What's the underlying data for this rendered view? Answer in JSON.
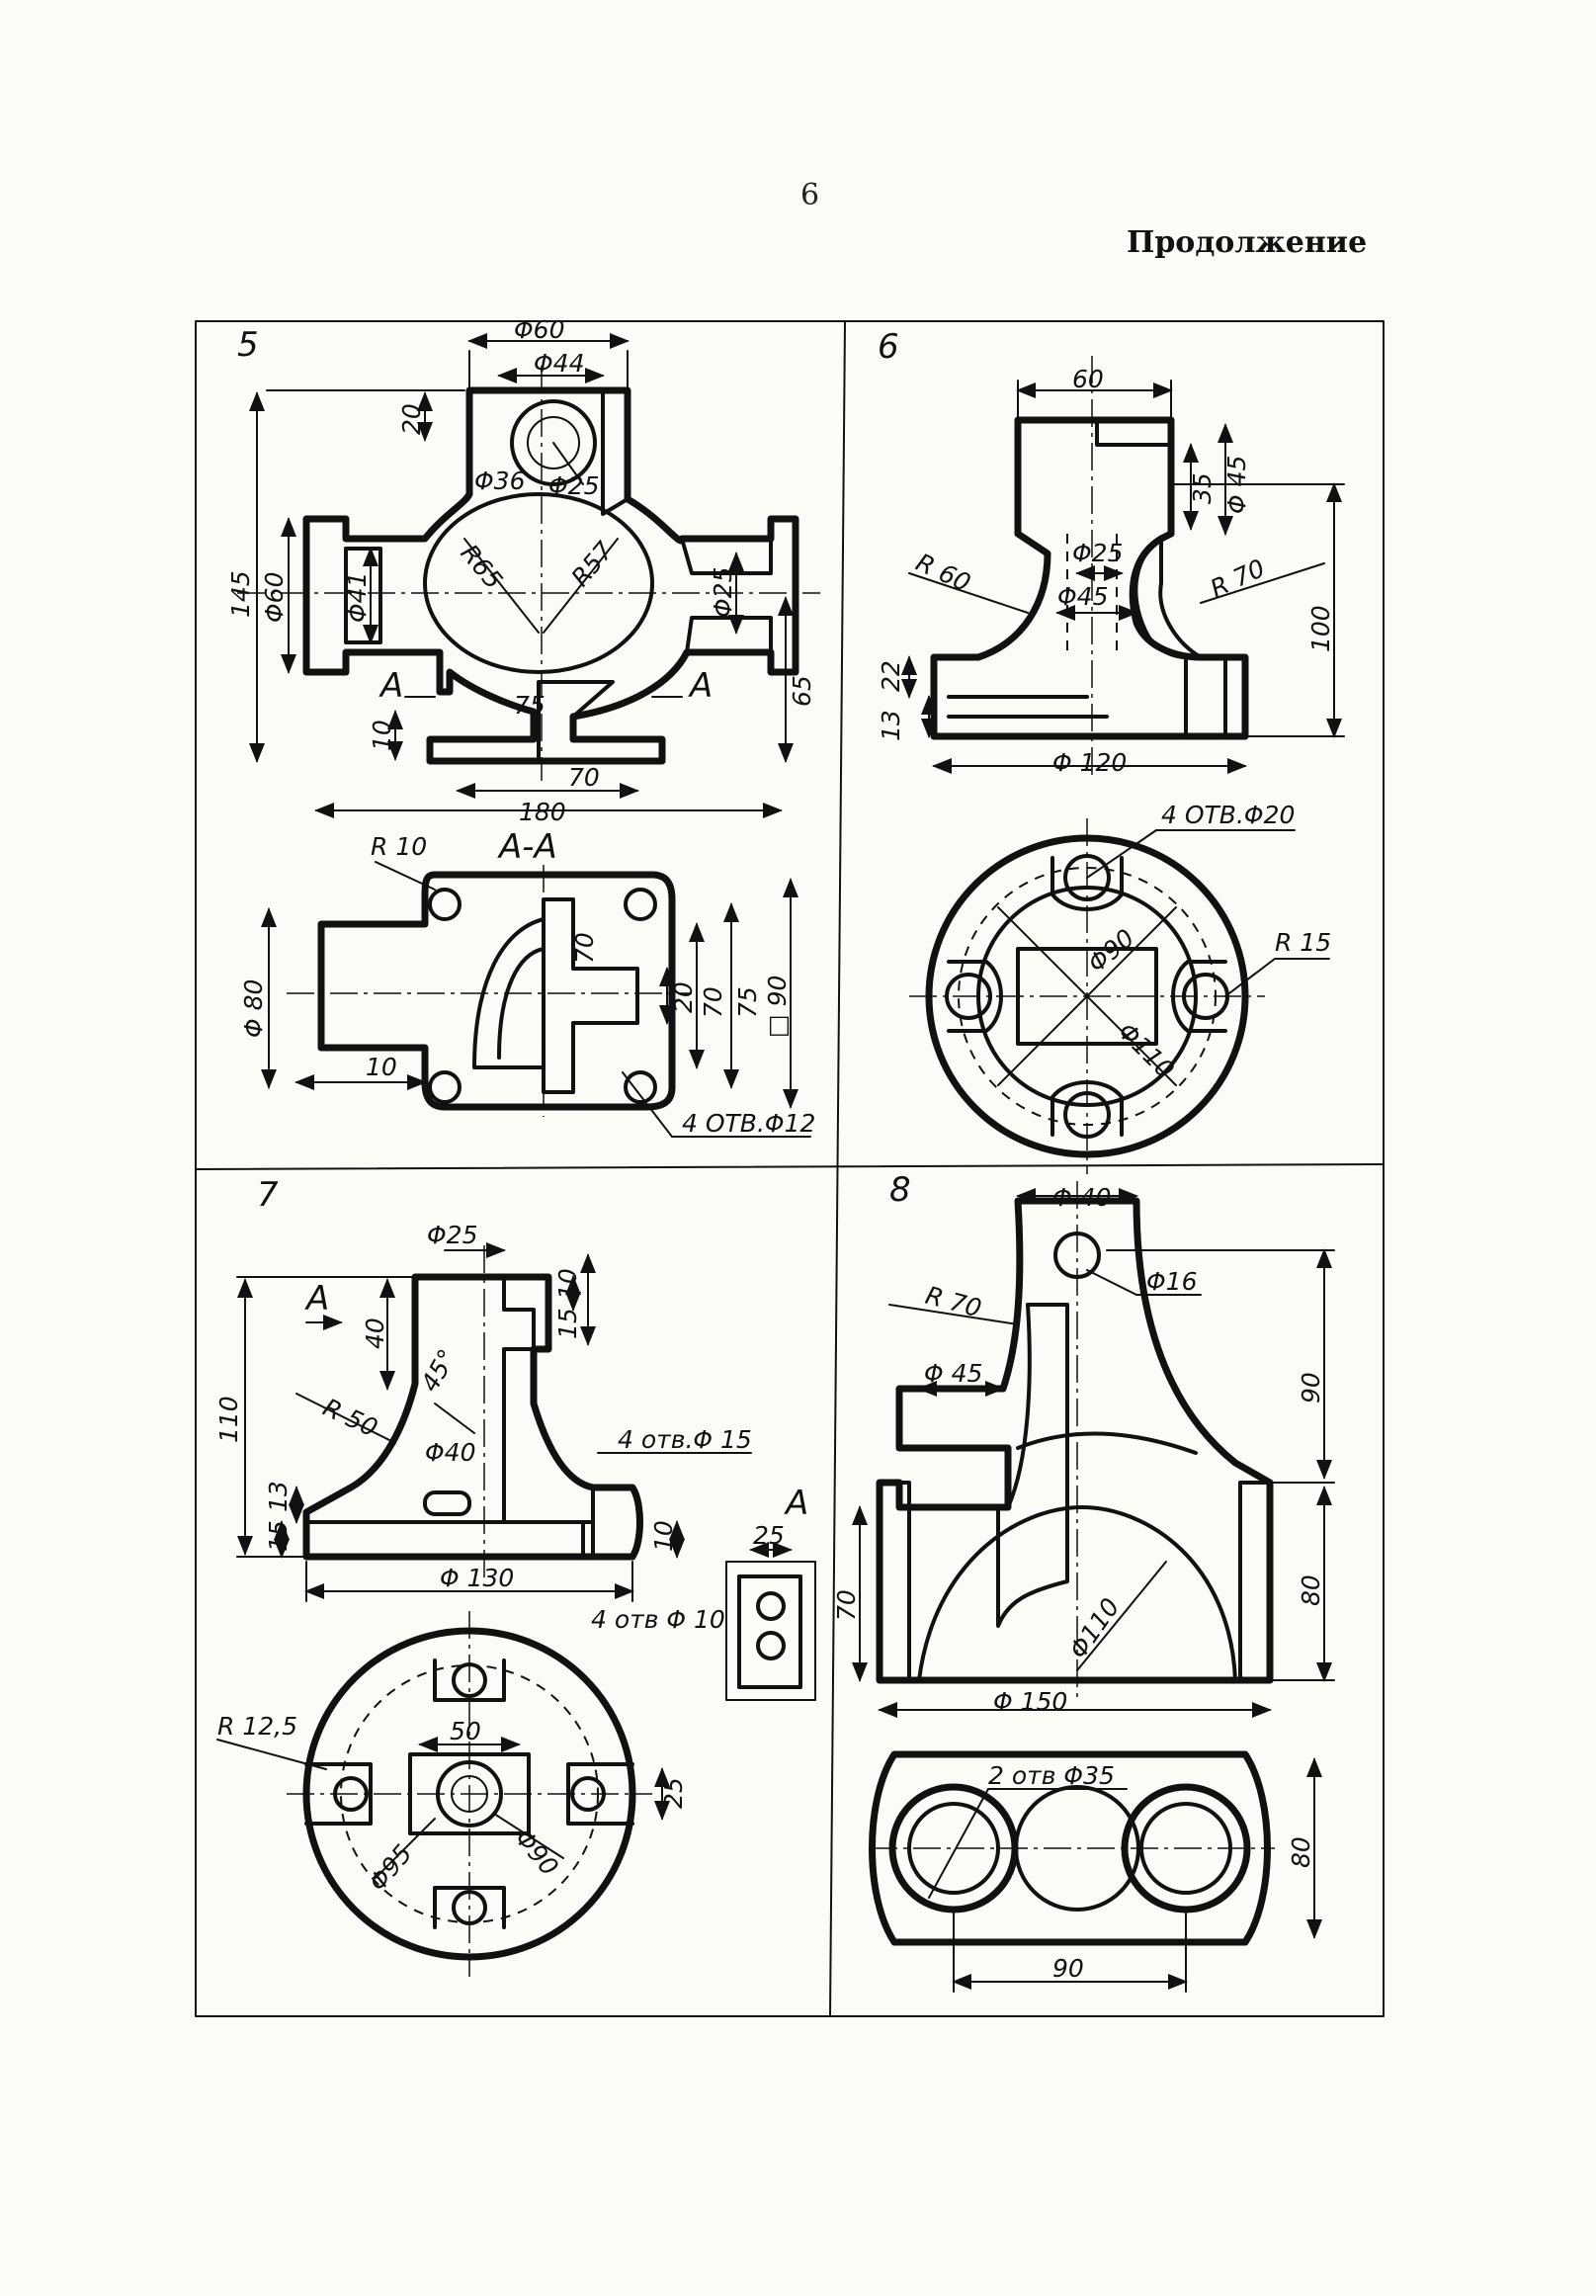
{
  "page": {
    "number": "6",
    "heading": "Продолжение"
  },
  "panels": [
    {
      "id": "5",
      "dims": [
        "Φ60",
        "Φ44",
        "20",
        "Φ36",
        "Φ25",
        "145",
        "Φ60",
        "Φ41",
        "R65",
        "R57",
        "Φ25",
        "A",
        "A",
        "10",
        "75",
        "70",
        "180",
        "65"
      ],
      "section_title": "А-А",
      "section_dims": [
        "R 10",
        "Φ 80",
        "10",
        "70",
        "20",
        "70",
        "75",
        "□ 90",
        "4 ОТВ.Φ12"
      ]
    },
    {
      "id": "6",
      "dims": [
        "60",
        "35",
        "Φ 45",
        "Φ25",
        "Φ45",
        "R 60",
        "R 70",
        "100",
        "13",
        "22",
        "Φ 120"
      ],
      "plan_dims": [
        "4 ОТВ.Φ20",
        "R 15",
        "Φ90",
        "Φ110"
      ]
    },
    {
      "id": "7",
      "dims": [
        "Φ25",
        "A",
        "40",
        "15",
        "10",
        "110",
        "45°",
        "R 50",
        "Φ40",
        "4 отв.Φ 15",
        "13",
        "15",
        "10",
        "Φ 130"
      ],
      "view_a": {
        "title": "A",
        "dims": [
          "25",
          "4 отв Φ 10"
        ]
      },
      "plan_dims": [
        "R 12,5",
        "50",
        "25",
        "Φ95",
        "Φ90"
      ]
    },
    {
      "id": "8",
      "dims": [
        "Φ 40",
        "Φ16",
        "R 70",
        "Φ 45",
        "90",
        "70",
        "80",
        "Φ110",
        "Φ 150"
      ],
      "plan_dims": [
        "2 отв Φ35",
        "80",
        "90"
      ]
    }
  ]
}
